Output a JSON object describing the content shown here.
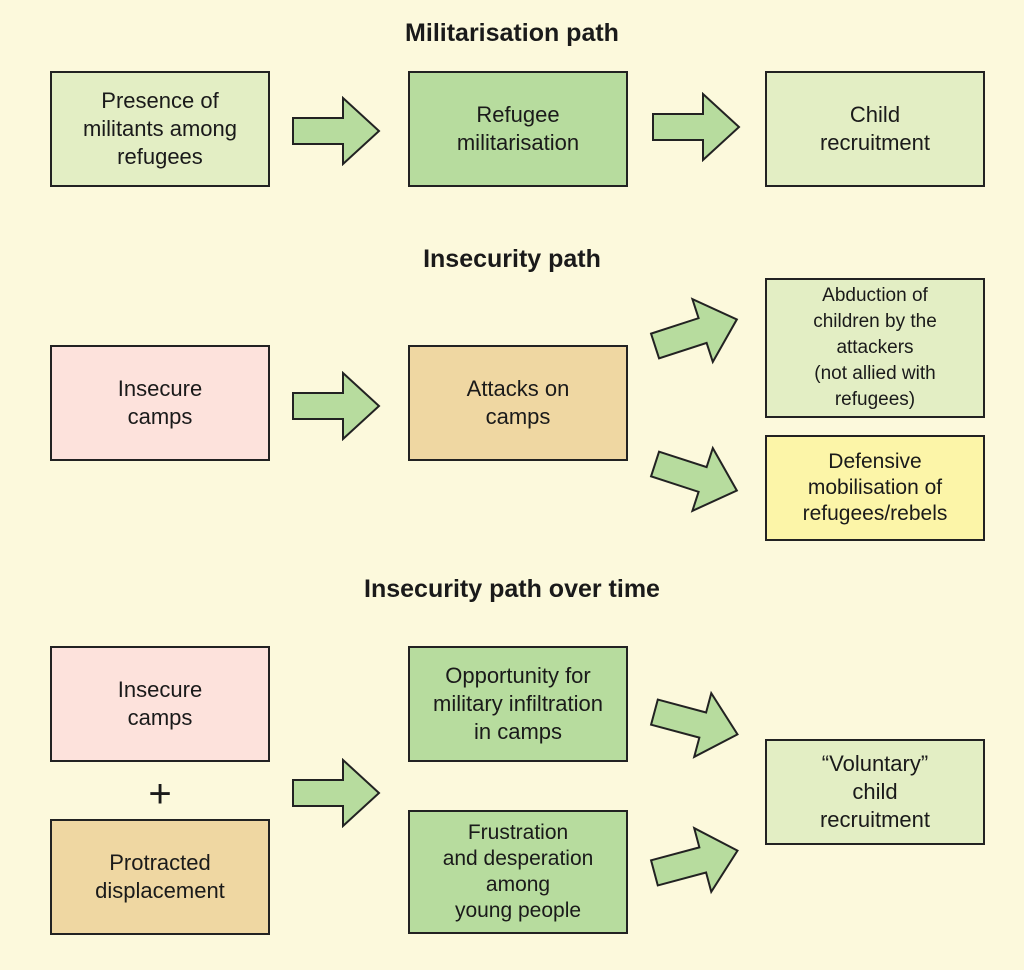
{
  "colors": {
    "background": "#fcf9dc",
    "light_green": "#e3eec4",
    "mid_green": "#b7dc9e",
    "pink": "#fde2dc",
    "tan": "#efd7a2",
    "yellow": "#fcf5a8",
    "arrow_fill": "#b7dc9e",
    "border": "#222222"
  },
  "militarisation": {
    "title": "Militarisation path",
    "box1": "Presence of\nmilitants among\nrefugees",
    "box2": "Refugee\nmilitarisation",
    "box3": "Child\nrecruitment"
  },
  "insecurity": {
    "title": "Insecurity path",
    "box1": "Insecure\ncamps",
    "box2": "Attacks on\ncamps",
    "box3": "Abduction of\nchildren by the\nattackers\n(not allied with\nrefugees)",
    "box4": "Defensive\nmobilisation of\nrefugees/rebels"
  },
  "over_time": {
    "title": "Insecurity path over time",
    "box1": "Insecure\ncamps",
    "plus": "+",
    "box2": "Protracted\ndisplacement",
    "box3": "Opportunity for\nmilitary infiltration\nin camps",
    "box4": "Frustration\nand desperation\namong\nyoung people",
    "box5": "“Voluntary”\nchild\nrecruitment"
  },
  "icons": {
    "arrow": "right-arrow-icon"
  }
}
